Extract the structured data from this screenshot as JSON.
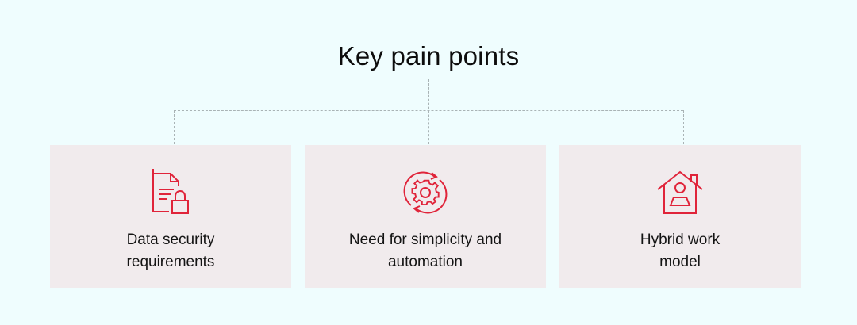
{
  "diagram": {
    "title": "Key pain points",
    "accent_color": "#e0243a",
    "cards": [
      {
        "icon": "document-lock-icon",
        "line1": "Data security",
        "line2": "requirements"
      },
      {
        "icon": "gear-cycle-icon",
        "line1": "Need for simplicity and",
        "line2": "automation"
      },
      {
        "icon": "home-user-icon",
        "line1": "Hybrid work",
        "line2": "model"
      }
    ]
  }
}
